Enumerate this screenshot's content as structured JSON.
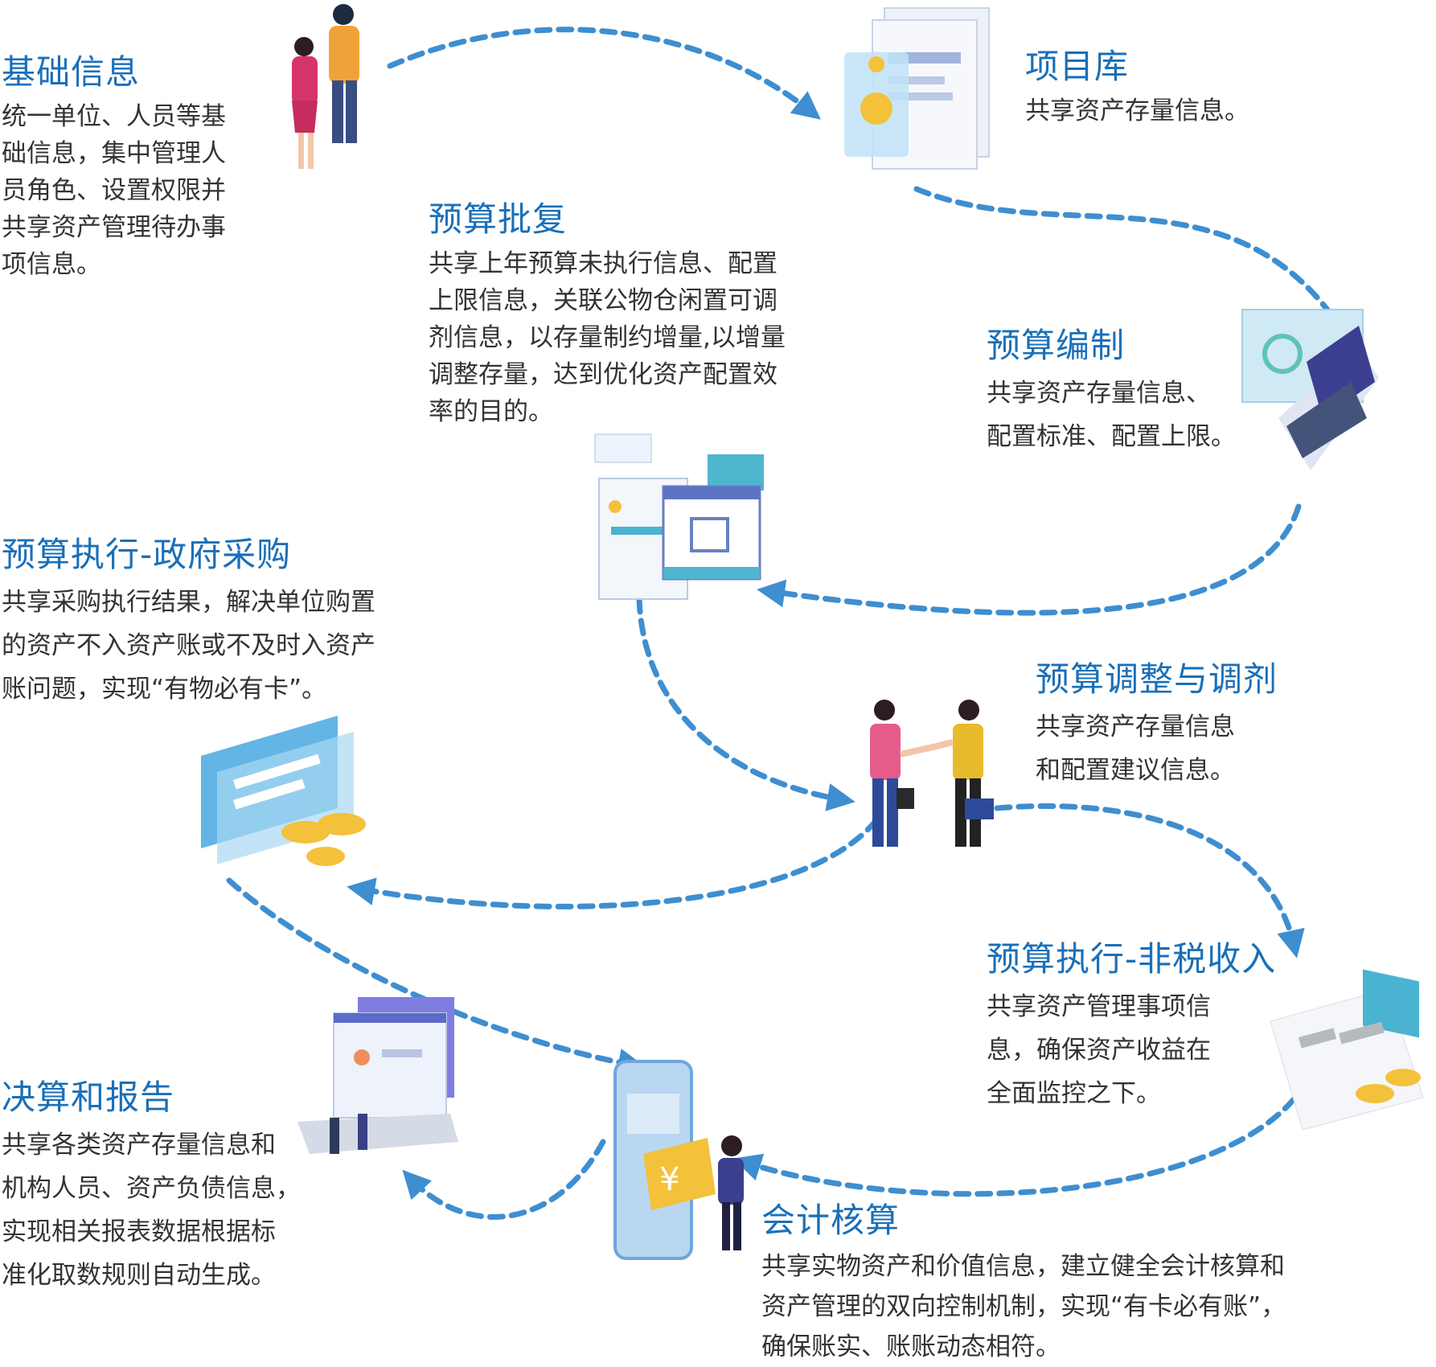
{
  "nodes": [
    {
      "id": "jichu",
      "title": "基础信息",
      "desc": [
        "统一单位、人员等基",
        "础信息，集中管理人",
        "员角色、设置权限并",
        "共享资产管理待办事",
        "项信息。"
      ]
    },
    {
      "id": "xiangmu",
      "title": "项目库",
      "desc": [
        "共享资产存量信息。"
      ]
    },
    {
      "id": "pifu",
      "title": "预算批复",
      "desc": [
        "共享上年预算未执行信息、配置",
        "上限信息，关联公物仓闲置可调",
        "剂信息，以存量制约增量,以增量",
        "调整存量，达到优化资产配置效",
        "率的目的。"
      ]
    },
    {
      "id": "bianzhi",
      "title": "预算编制",
      "desc": [
        "共享资产存量信息、",
        "配置标准、配置上限。"
      ]
    },
    {
      "id": "caigou",
      "title": "预算执行-政府采购",
      "desc": [
        "共享采购执行结果，解决单位购置",
        "的资产不入资产账或不及时入资产",
        "账问题，实现“有物必有卡”。"
      ]
    },
    {
      "id": "tiaozheng",
      "title": "预算调整与调剂",
      "desc": [
        "共享资产存量信息",
        "和配置建议信息。"
      ]
    },
    {
      "id": "feishui",
      "title": "预算执行-非税收入",
      "desc": [
        "共享资产管理事项信",
        "息，确保资产收益在",
        "全面监控之下。"
      ]
    },
    {
      "id": "juesuan",
      "title": "决算和报告",
      "desc": [
        "共享各类资产存量信息和",
        "机构人员、资产负债信息，",
        "实现相关报表数据根据标",
        "准化取数规则自动生成。"
      ]
    },
    {
      "id": "kuaiji",
      "title": "会计核算",
      "desc": [
        "共享实物资产和价值信息，建立健全会计核算和",
        "资产管理的双向控制机制，实现“有卡必有账”，",
        "确保账实、账账动态相符。"
      ]
    }
  ],
  "icons": [
    "people-icon",
    "database-icon",
    "laptop-icon",
    "documents-icon",
    "card-icon",
    "handshake-icon",
    "receipt-icon",
    "mobile-payment-icon",
    "report-laptop-icon"
  ],
  "colors": {
    "title": "#1a6fb8",
    "text": "#333333",
    "arrow": "#3e8ed0"
  }
}
